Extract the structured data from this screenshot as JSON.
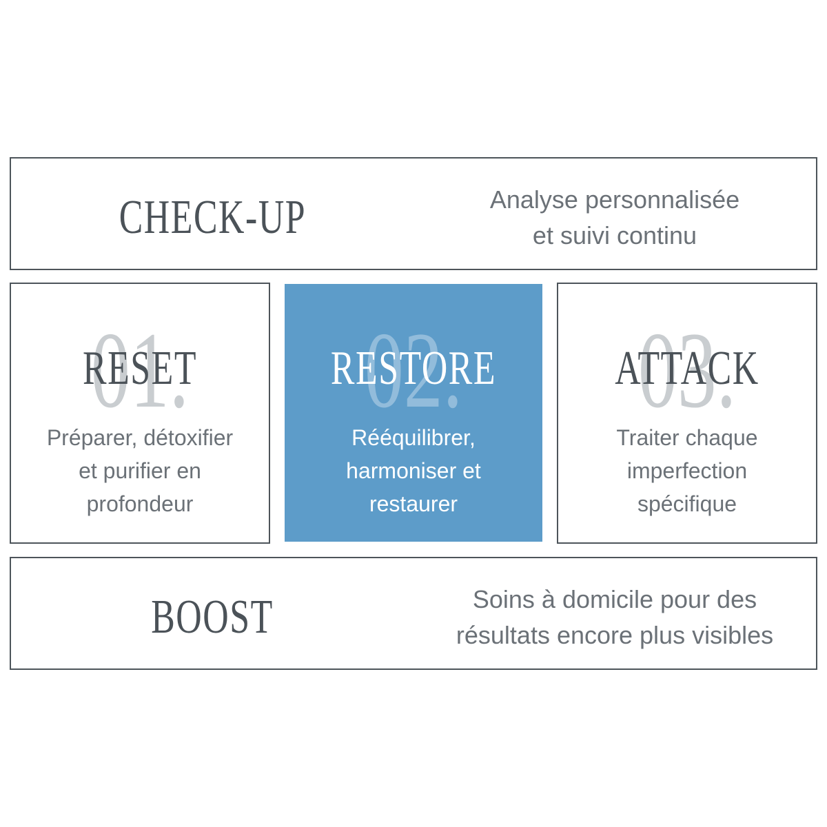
{
  "palette": {
    "background": "#ffffff",
    "border": "#4d545a",
    "heading": "#4b5258",
    "body_text": "#6b7177",
    "number": "#c9cdd0",
    "accent": "#5d9cc9",
    "on_accent": "#ffffff",
    "on_accent_number": "rgba(255,255,255,0.33)"
  },
  "top_banner": {
    "title": "CHECK-UP",
    "description": "Analyse personnalisée\net suivi continu"
  },
  "steps": [
    {
      "number": "01.",
      "title": "RESET",
      "description": "Préparer, détoxifier\net purifier en\nprofondeur",
      "highlighted": false
    },
    {
      "number": "02.",
      "title": "RESTORE",
      "description": "Rééquilibrer,\nharmoniser et\nrestaurer",
      "highlighted": true
    },
    {
      "number": "03.",
      "title": "ATTACK",
      "description": "Traiter chaque\nimperfection\nspécifique",
      "highlighted": false
    }
  ],
  "bottom_banner": {
    "title": "BOOST",
    "description": "Soins à domicile pour des\nrésultats encore plus visibles"
  }
}
